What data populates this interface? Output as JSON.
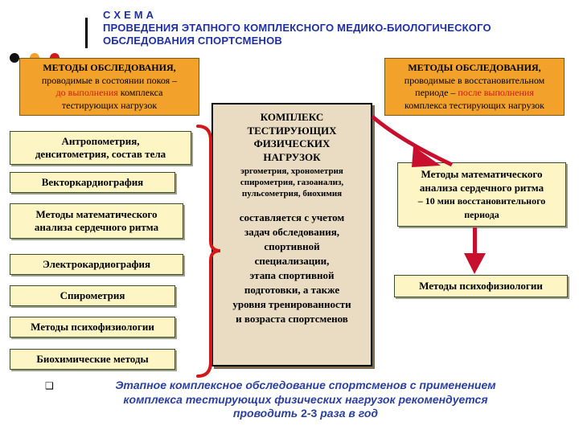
{
  "header": {
    "line1": "С Х Е М А",
    "line2": "ПРОВЕДЕНИЯ ЭТАПНОГО КОМПЛЕКСНОГО МЕДИКО-БИОЛОГИЧЕСКОГО",
    "line3": "ОБСЛЕДОВАНИЯ СПОРТСМЕНОВ"
  },
  "left_header": {
    "line1": "МЕТОДЫ ОБСЛЕДОВАНИЯ,",
    "line2": "проводимые в состоянии покоя –",
    "line3_red": "до выполнения",
    "line3_rest": " комплекса",
    "line4": "тестирующих нагрузок"
  },
  "right_header": {
    "line1": "МЕТОДЫ ОБСЛЕДОВАНИЯ,",
    "line2": "проводимые в восстановительном",
    "line3_pre": "периоде – ",
    "line3_red": "после выполнения",
    "line4": "комплекса тестирующих нагрузок"
  },
  "left_methods": [
    {
      "line1": "Антропометрия,",
      "line2": "денситометрия, состав тела"
    },
    {
      "line1": "Векторкардиография",
      "line2": ""
    },
    {
      "line1": "Методы математического",
      "line2": "анализа сердечного ритма"
    },
    {
      "line1": "Электрокардиография",
      "line2": ""
    },
    {
      "line1": "Спирометрия",
      "line2": ""
    },
    {
      "line1": "Методы психофизиологии",
      "line2": ""
    },
    {
      "line1": "Биохимические методы",
      "line2": ""
    }
  ],
  "center": {
    "title": [
      "КОМПЛЕКС",
      "ТЕСТИРУЮЩИХ",
      "ФИЗИЧЕСКИХ",
      "НАГРУЗОК"
    ],
    "sub": [
      "эргометрия, хронометрия",
      "спирометрия, газоанализ,",
      "пульсометрия, биохимия"
    ],
    "body": [
      "составляется с учетом",
      "задач обследования,",
      "спортивной",
      "специализации,",
      "этапа спортивной",
      "подготовки, а также",
      "уровня тренированности",
      "и возраста спортсменов"
    ]
  },
  "right_methods": {
    "box1": {
      "line1": "Методы математического",
      "line2": "анализа сердечного ритма",
      "line3": "– 10 мин восстановительного",
      "line4": "периода"
    },
    "box2": "Методы психофизиологии"
  },
  "note": {
    "line1_a": "Этапное комплексное обследование спортсменов с применением",
    "line2": "комплекса тестирующих физических нагрузок рекомендуется",
    "line3_a": "проводить ",
    "line3_b": "2-3",
    "line3_c": " раза в год"
  },
  "colors": {
    "title_blue": "#1f2fa6",
    "orange": "#f2a12b",
    "method_fill": "#fdf6c4",
    "center_fill": "#e9dcc2",
    "arrow_red": "#c8102e",
    "brace_red": "#d21919",
    "note_blue": "#2a3fa0"
  }
}
